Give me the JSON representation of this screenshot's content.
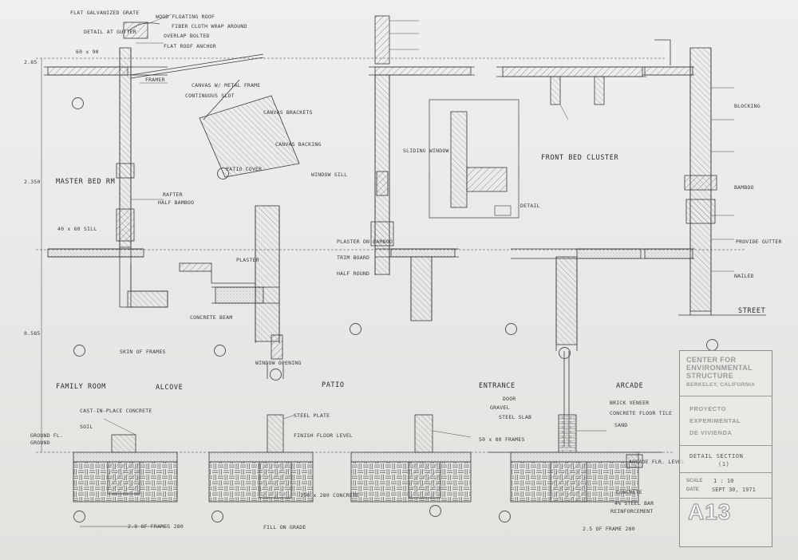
{
  "title_block": {
    "org_line1": "CENTER FOR",
    "org_line2": "ENVIRONMENTAL",
    "org_line3": "STRUCTURE",
    "org_city": "BERKELEY, CALIFORNIA",
    "project_line1": "PROYECTO",
    "project_line2": "EXPERIMENTAL",
    "project_line3": "DE VIVIENDA",
    "sheet_title": "DETAIL SECTION",
    "sheet_subtitle": "(1)",
    "scale_label": "SCALE",
    "scale_value": "1 : 10",
    "date_label": "DATE",
    "date_value": "SEPT 30, 1971",
    "sheet_number": "A13"
  },
  "room_titles": {
    "master_bedroom": "MASTER BED RM",
    "front_bed_cluster": "FRONT BED CLUSTER",
    "family_room": "FAMILY ROOM",
    "alcove": "ALCOVE",
    "patio": "PATIO",
    "entrance": "ENTRANCE",
    "arcade": "ARCADE",
    "street": "STREET"
  },
  "annotations": {
    "a1": "FLAT GALVANIZED GRATE",
    "a2": "WOOD FLOATING ROOF",
    "a3": "DETAIL AT GUTTER",
    "a4": "OVERLAP BOLTED",
    "a5": "FLAT ROOF ANCHOR",
    "a6": "FIBER CLOTH WRAP AROUND",
    "a7": "PROVIDE GUTTER",
    "a8": "60 x 90",
    "a9": "FRAMER",
    "a10": "CANVAS W/ METAL FRAME",
    "a11": "CONTINUOUS SLOT",
    "a12": "CANVAS BRACKETS",
    "a13": "CANVAS BACKING",
    "a14": "PATIO COVER",
    "a15": "WINDOW SILL",
    "a16": "PLASTER",
    "a17": "HALF BAMBOO",
    "a18": "RAFTER",
    "a19": "CONCRETE BEAM",
    "a20": "SLIDING WINDOW",
    "a21": "STEEL PLATE",
    "a22": "GRAVEL",
    "a23": "STEEL SLAB",
    "a24": "SAND",
    "a25": "SOIL",
    "a26": "DOOR",
    "a27": "CONCRETE FLOOR TILE",
    "a28": "FINISH FLOOR LEVEL",
    "a29": "GROUND",
    "a30": "50 x 80 FRAMES",
    "a31": "SKIN OF FRAMES",
    "a32": "BRICK VENEER",
    "a33": "CONCRETE",
    "a34": "REINFORCEMENT",
    "a35": "4% STEEL BAR",
    "a36": "2.8 OF FRAMES 280",
    "a37": "2.5 OF FRAME 280",
    "a38": "HALF ROUND",
    "a39": "40 x 60 SILL",
    "a40": "ARCADE FLR. LEVEL",
    "a41": "PLASTER ON BAMBOO",
    "a42": "TRIM BOARD",
    "a43": "BAMBOO",
    "a44": "NAILED",
    "a45": "FILL ON GRADE",
    "a46": "BLOCKING",
    "a47": "DETAIL",
    "a48": "150 x 280 CONCRETE",
    "a49": "WINDOW OPENING",
    "a50": "CAST-IN-PLACE CONCRETE"
  },
  "levels": {
    "l1": "2.85",
    "l2": "2.350",
    "l3": "0.585",
    "l4": "GROUND FL."
  },
  "colors": {
    "paper": "#eeeeec",
    "pencil": "#3a3a3a",
    "title_block_ink": "#9a9a9a"
  }
}
